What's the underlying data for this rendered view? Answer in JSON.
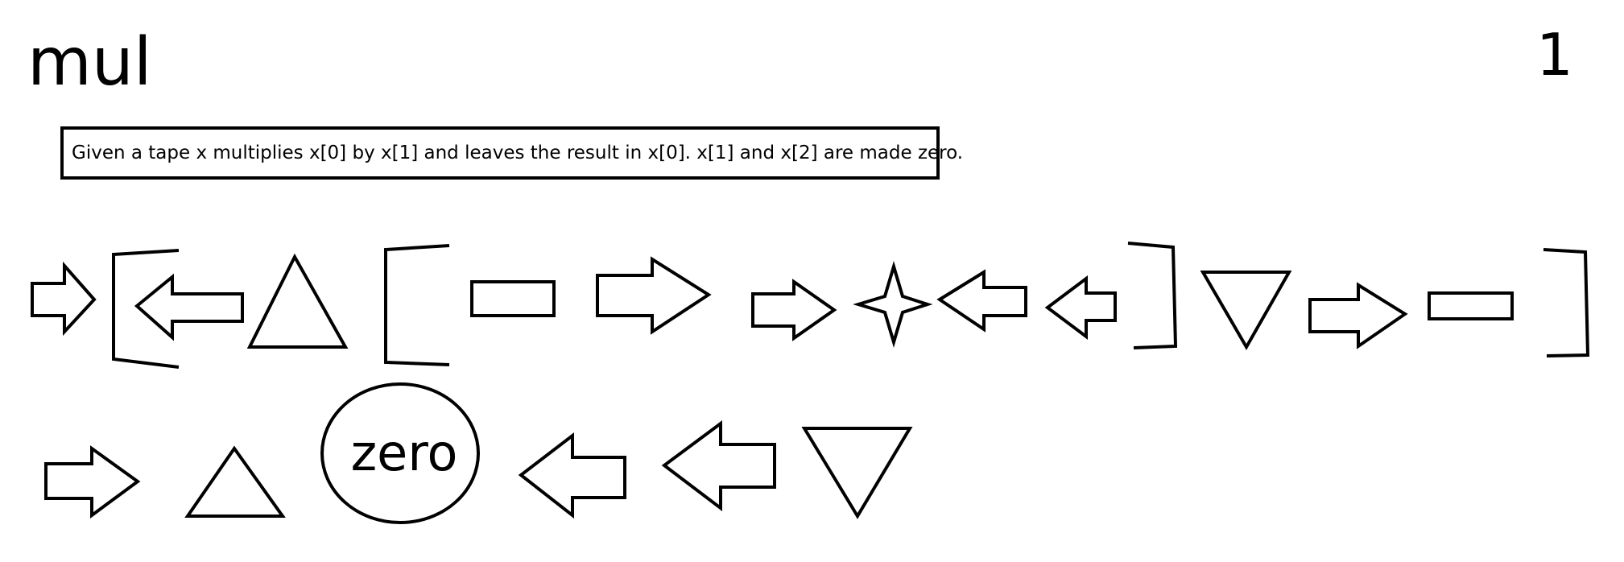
{
  "program": {
    "title": "mul",
    "page_number": "1",
    "description": "Given a tape x multiplies x[0] by x[1] and leaves the result in x[0]. x[1] and x[2] are made zero.",
    "zero_label": "zero",
    "stroke_color": "#000000"
  },
  "icons": {
    "row1": [
      "right-arrow-icon",
      "open-bracket-icon",
      "left-arrow-icon",
      "up-triangle-icon",
      "open-bracket-icon",
      "rectangle-icon",
      "right-arrow-icon",
      "right-arrow-icon",
      "four-point-star-icon",
      "left-arrow-icon",
      "left-arrow-icon",
      "close-bracket-icon",
      "down-triangle-icon",
      "right-arrow-icon",
      "rectangle-icon",
      "close-bracket-icon"
    ],
    "row2": [
      "right-arrow-icon",
      "up-triangle-icon",
      "zero-ellipse-icon",
      "left-arrow-icon",
      "left-arrow-icon",
      "down-triangle-icon"
    ]
  }
}
